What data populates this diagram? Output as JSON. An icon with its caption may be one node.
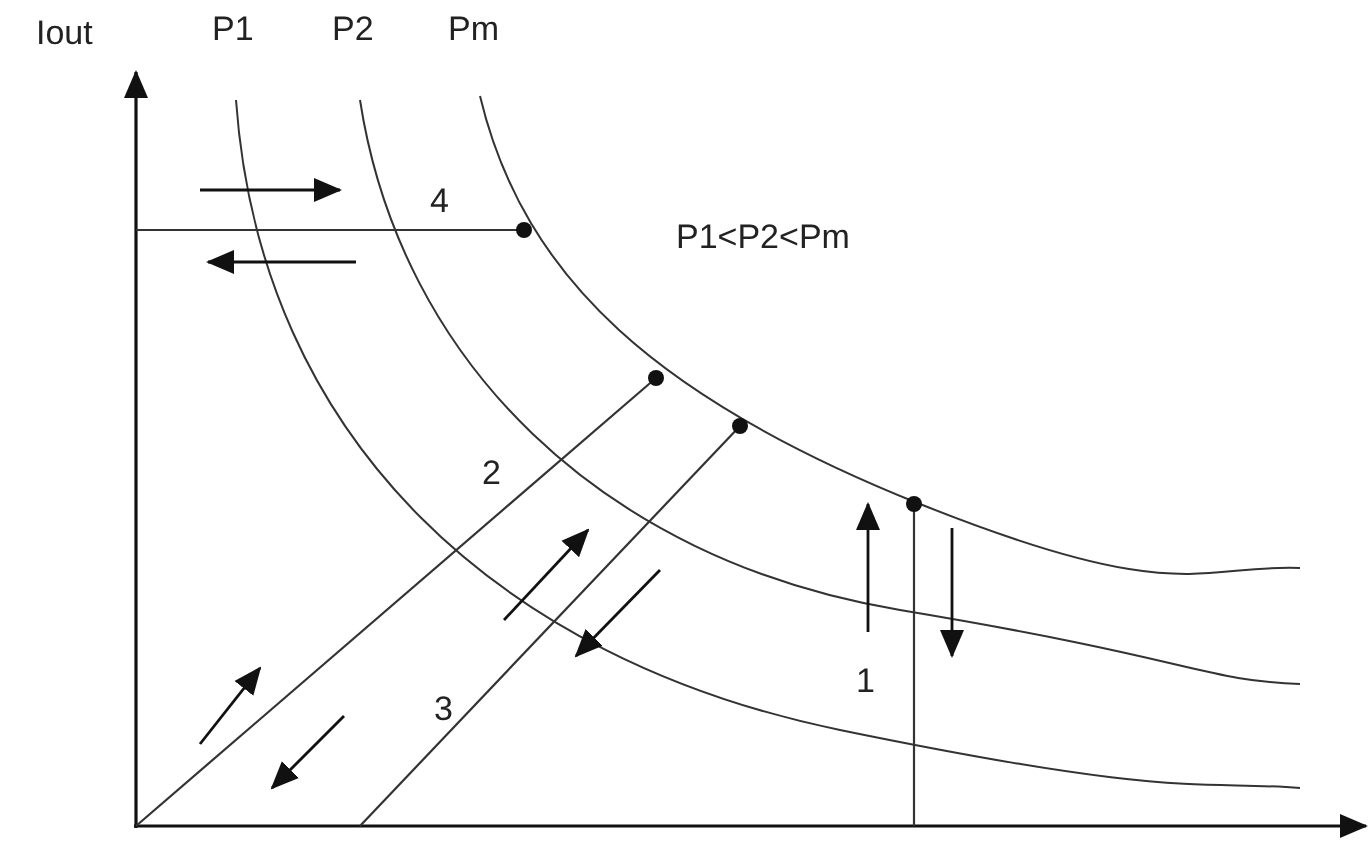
{
  "diagram": {
    "labels": [
      "Iout",
      "P1",
      "P2",
      "Pm",
      "4",
      "P1<P2<Pm",
      "2",
      "3",
      "1"
    ]
  }
}
